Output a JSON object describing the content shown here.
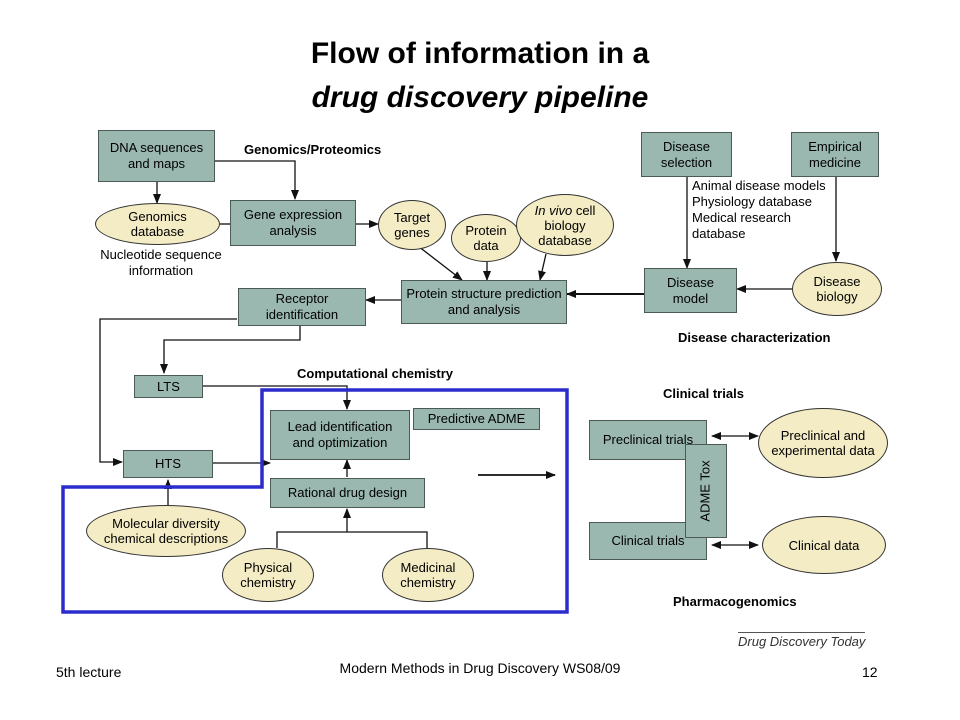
{
  "title": {
    "line1": "Flow of information in a",
    "line2": "drug discovery pipeline"
  },
  "sections": {
    "genomics": "Genomics/Proteomics",
    "disease_char": "Disease characterization",
    "comp_chem": "Computational chemistry",
    "clinical": "Clinical trials",
    "pharmacogenomics": "Pharmacogenomics"
  },
  "boxes": {
    "dna": "DNA sequences and maps",
    "gene_expr": "Gene expression analysis",
    "disease_sel": "Disease selection",
    "empirical": "Empirical medicine",
    "receptor": "Receptor identification",
    "protein_struct": "Protein structure prediction and analysis",
    "disease_model": "Disease model",
    "lts": "LTS",
    "hts": "HTS",
    "lead": "Lead identification and optimization",
    "pred_adme": "Predictive ADME",
    "rational": "Rational drug design",
    "preclinical": "Preclinical trials",
    "clinical_tr": "Clinical trials",
    "adme_tox": "ADME Tox"
  },
  "ellipses": {
    "genomics_db": "Genomics database",
    "target_genes": "Target genes",
    "protein_data": "Protein data",
    "invivo_italic": "In vivo",
    "invivo_rest": " cell biology database",
    "disease_bio": "Disease biology",
    "mol_div": "Molecular diversity chemical descriptions",
    "phys_chem": "Physical chemistry",
    "med_chem": "Medicinal chemistry",
    "preclin_exp": "Preclinical and experimental data",
    "clin_data": "Clinical data"
  },
  "texts": {
    "nucleotide": "Nucleotide sequence information",
    "animal_list": "Animal disease models Physiology database Medical research database"
  },
  "source": "Drug Discovery Today",
  "footer": {
    "left": "5th lecture",
    "center": "Modern Methods in Drug Discovery WS08/09",
    "right": "12"
  },
  "colors": {
    "box": "#9ab8b0",
    "ellipse": "#f4ecc4",
    "highlight": "#2c2ccc"
  }
}
